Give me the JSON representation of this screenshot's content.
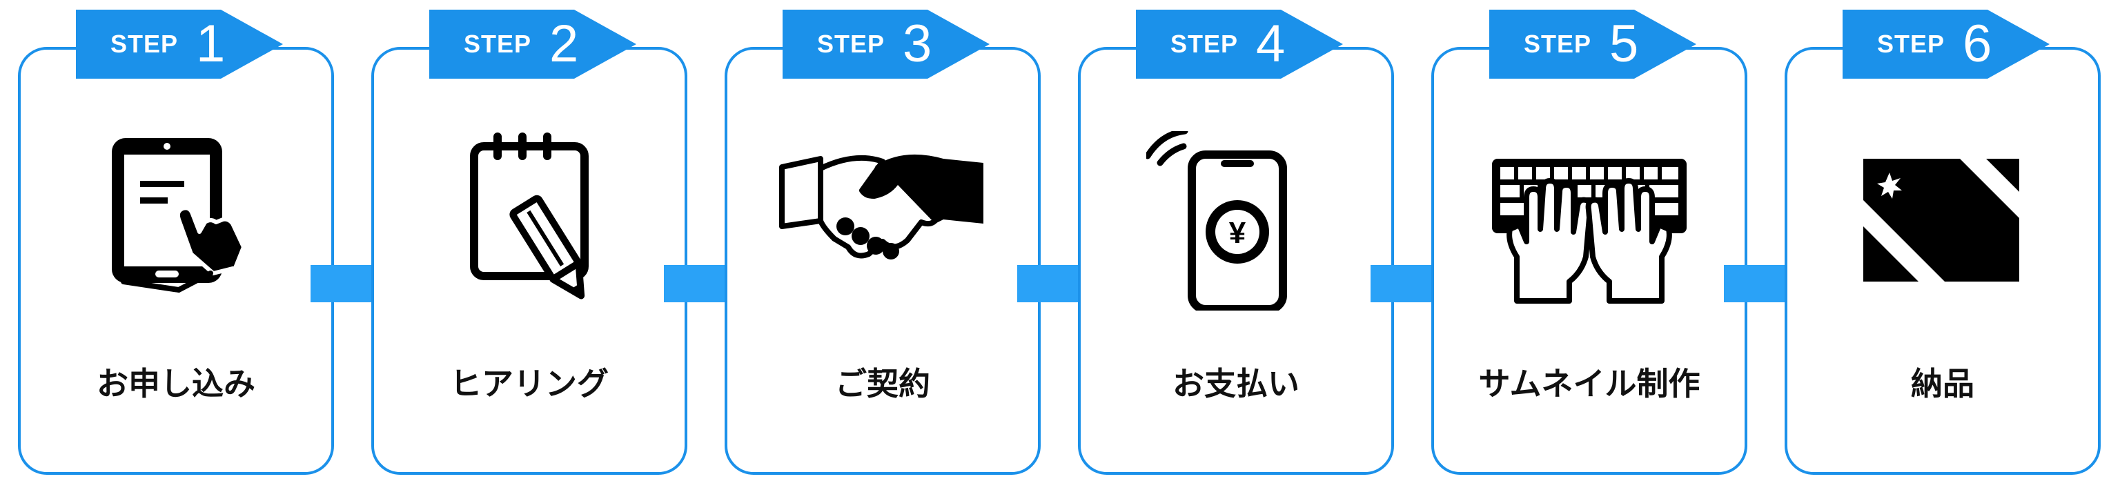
{
  "step_word": "STEP",
  "colors": {
    "accent": "#1b91ea",
    "arrow": "#2aa2f7",
    "icon": "#000000"
  },
  "steps": [
    {
      "number": "1",
      "label": "お申し込み",
      "icon": "tablet-touch-icon"
    },
    {
      "number": "2",
      "label": "ヒアリング",
      "icon": "notepad-pencil-icon"
    },
    {
      "number": "3",
      "label": "ご契約",
      "icon": "handshake-icon"
    },
    {
      "number": "4",
      "label": "お支払い",
      "icon": "smartphone-yen-payment-icon"
    },
    {
      "number": "5",
      "label": "サムネイル制作",
      "icon": "keyboard-typing-icon"
    },
    {
      "number": "6",
      "label": "納品",
      "icon": "delivery-image-icon"
    }
  ],
  "yen_symbol": "¥"
}
